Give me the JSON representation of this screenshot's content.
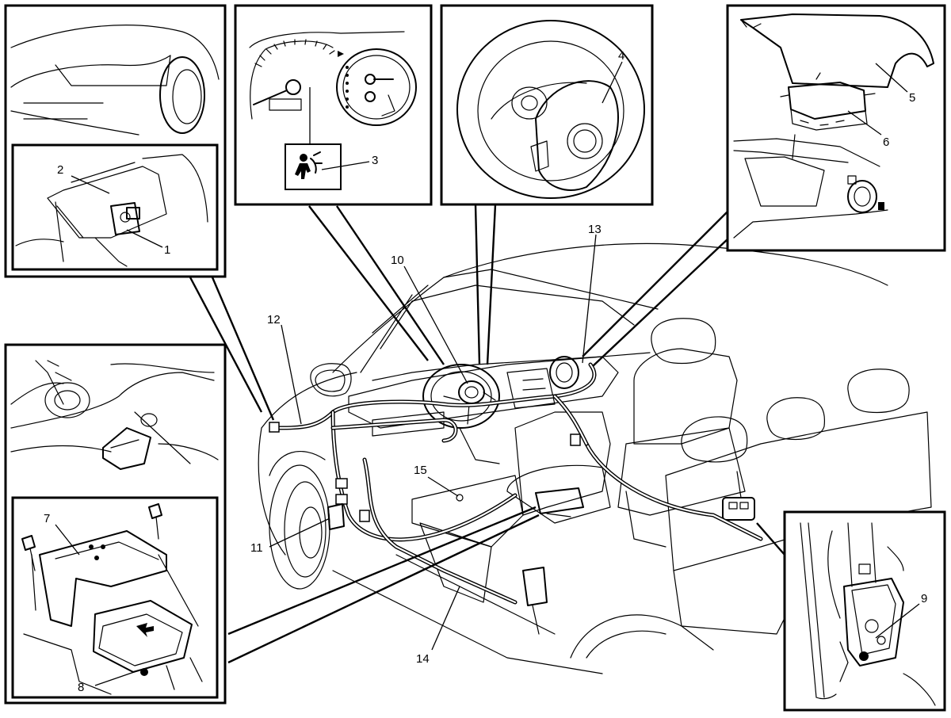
{
  "figure": {
    "callouts": [
      {
        "id": "1",
        "label": "1"
      },
      {
        "id": "2",
        "label": "2"
      },
      {
        "id": "3",
        "label": "3"
      },
      {
        "id": "4",
        "label": "4"
      },
      {
        "id": "5",
        "label": "5"
      },
      {
        "id": "6",
        "label": "6"
      },
      {
        "id": "7",
        "label": "7"
      },
      {
        "id": "8",
        "label": "8"
      },
      {
        "id": "9",
        "label": "9"
      },
      {
        "id": "10",
        "label": "10"
      },
      {
        "id": "11",
        "label": "11"
      },
      {
        "id": "12",
        "label": "12"
      },
      {
        "id": "13",
        "label": "13"
      },
      {
        "id": "14",
        "label": "14"
      },
      {
        "id": "15",
        "label": "15"
      }
    ],
    "insets": [
      {
        "name": "front-sensor-inset"
      },
      {
        "name": "instrument-cluster-inset"
      },
      {
        "name": "steering-wheel-inset"
      },
      {
        "name": "passenger-airbag-inset"
      },
      {
        "name": "sdm-inset"
      },
      {
        "name": "seatbelt-pretensioner-inset"
      }
    ],
    "icons": {
      "airbag_warning": "airbag-warning-icon"
    }
  }
}
